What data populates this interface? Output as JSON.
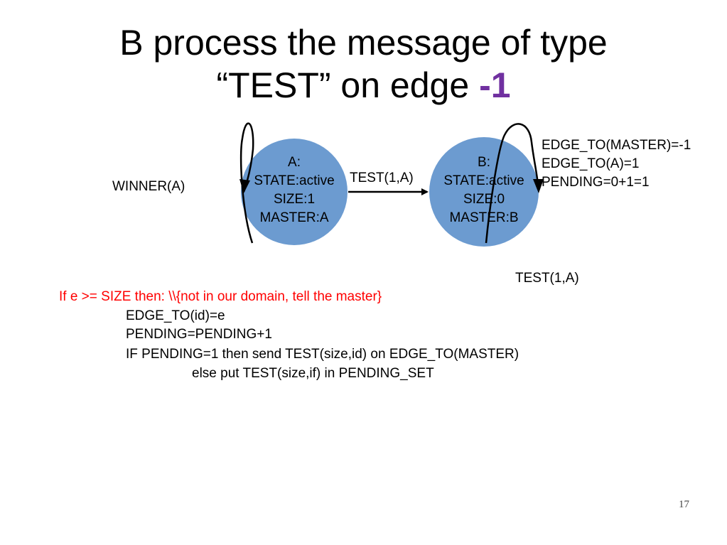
{
  "slide": {
    "title_line1": "B process the message of type",
    "title_line2_prefix": "“TEST” on edge ",
    "title_highlight": "-1",
    "highlight_color": "#7030A0",
    "node_fill_color": "#6C9BD0",
    "page_number": "17"
  },
  "diagram": {
    "node_a": {
      "line1": "A:",
      "line2": "STATE:active",
      "line3": "SIZE:1",
      "line4": "MASTER:A"
    },
    "node_b": {
      "line1": "B:",
      "line2": "STATE:active",
      "line3": "SIZE:0",
      "line4": "MASTER:B"
    },
    "edge_label": "TEST(1,A)",
    "winner_label": "WINNER(A)",
    "b_state": [
      "EDGE_TO(MASTER)=-1",
      "EDGE_TO(A)=1",
      "PENDING=0+1=1"
    ],
    "incoming_message": "TEST(1,A)"
  },
  "code": {
    "line1": "If e >= SIZE then: \\\\{not in our domain, tell the master}",
    "line2": "EDGE_TO(id)=e",
    "line3": "PENDING=PENDING+1",
    "line4": "IF PENDING=1 then send TEST(size,id) on EDGE_TO(MASTER)",
    "line5": "else put TEST(size,if) in PENDING_SET"
  }
}
